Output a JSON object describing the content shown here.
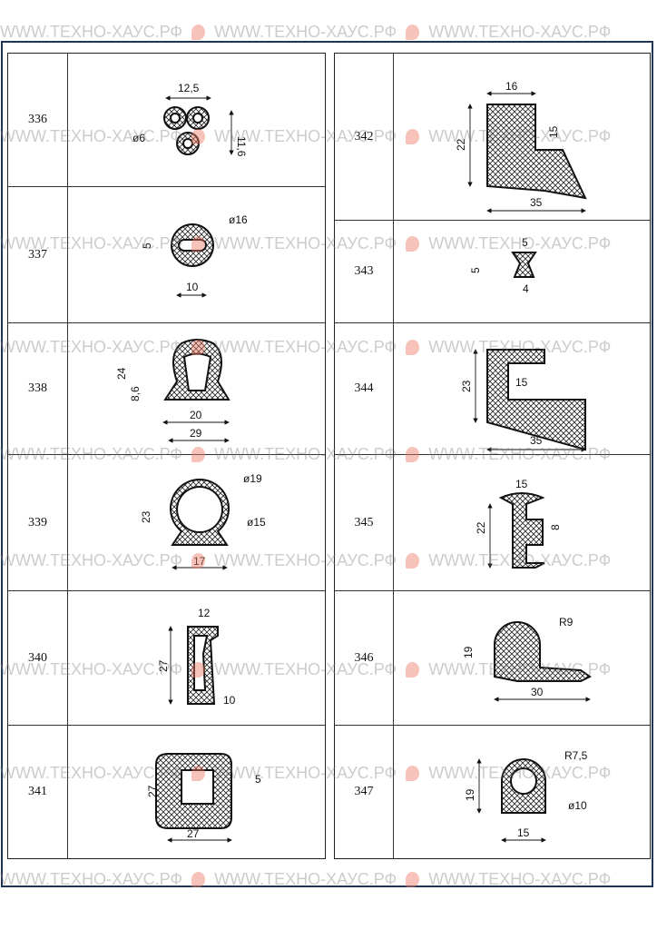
{
  "watermark": "WWW.ТЕХНО-ХАУС.РФ",
  "left_table": {
    "rows": [
      {
        "number": "336",
        "dims": {
          "width": "12,5",
          "height": "11,6",
          "diameter": "ø6"
        }
      },
      {
        "number": "337",
        "dims": {
          "diameter": "ø16",
          "slot_height": "5",
          "slot_width": "10"
        }
      },
      {
        "number": "338",
        "dims": {
          "height": "24",
          "lower_height": "8,6",
          "inner_width": "20",
          "width": "29"
        }
      },
      {
        "number": "339",
        "dims": {
          "outer_diameter": "ø19",
          "inner_diameter": "ø15",
          "height": "23",
          "width": "17"
        }
      },
      {
        "number": "340",
        "dims": {
          "top_width": "12",
          "height": "27",
          "bottom_width": "10"
        }
      },
      {
        "number": "341",
        "dims": {
          "wall": "5",
          "height": "27",
          "width": "27"
        }
      }
    ]
  },
  "right_table": {
    "rows": [
      {
        "number": "342",
        "dims": {
          "top_width": "16",
          "height": "22",
          "step_height": "15",
          "width": "35"
        }
      },
      {
        "number": "343",
        "dims": {
          "top_width": "5",
          "height": "5",
          "bottom_width": "4"
        }
      },
      {
        "number": "344",
        "dims": {
          "slot_width": "15",
          "height": "23",
          "width": "35"
        }
      },
      {
        "number": "345",
        "dims": {
          "top_width": "15",
          "height": "22",
          "slot": "8"
        }
      },
      {
        "number": "346",
        "dims": {
          "height": "19",
          "radius": "R9",
          "width": "30"
        }
      },
      {
        "number": "347",
        "dims": {
          "height": "19",
          "radius": "R7,5",
          "diameter": "ø10",
          "width": "15"
        }
      }
    ]
  }
}
